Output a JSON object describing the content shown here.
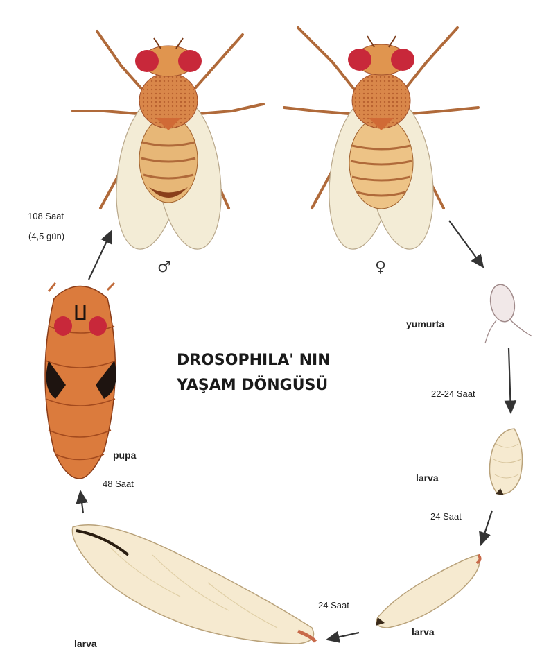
{
  "title": {
    "line1": "DROSOPHILA' NIN",
    "line2": "YAŞAM DÖNGÜSÜ"
  },
  "stages": {
    "male_symbol": "♂",
    "female_symbol": "♀",
    "egg": "yumurta",
    "larva1": "larva",
    "larva2": "larva",
    "larva3": "larva",
    "pupa": "pupa"
  },
  "durations": {
    "adult": "108 Saat",
    "adult_days": "(4,5 gün)",
    "egg_to_larva": "22-24 Saat",
    "larva1_to_larva2": "24 Saat",
    "larva2_to_larva3": "24 Saat",
    "larva3_to_pupa": "48 Saat"
  },
  "colors": {
    "body": "#e2a45c",
    "body_dark": "#c46a2c",
    "eye": "#c8283a",
    "wing": "#f3ecd6",
    "larva": "#f5e8c4",
    "pupa": "#d9773a",
    "arrow": "#333333"
  }
}
